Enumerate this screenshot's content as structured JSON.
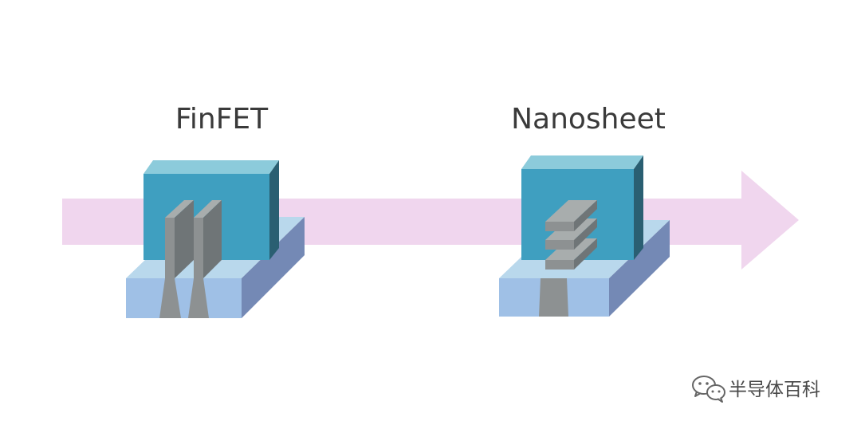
{
  "titles": {
    "left": "FinFET",
    "right": "Nanosheet"
  },
  "watermark": {
    "text": "半导体百科",
    "icon": "wechat-icon"
  },
  "colors": {
    "arrow": "#f0d6ee",
    "gate_front": "#3f9fc0",
    "gate_top": "#8ccbdb",
    "gate_side": "#2a5f72",
    "substrate_top": "#b9d8ec",
    "substrate_front": "#9fc0e6",
    "substrate_side": "#7489b5",
    "channel_dark": "#6f7577",
    "channel_mid": "#8d9192",
    "channel_light": "#a8adad"
  }
}
